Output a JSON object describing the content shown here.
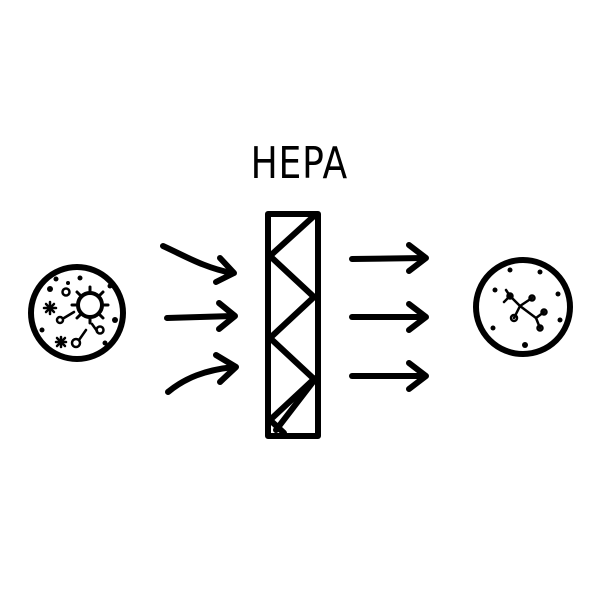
{
  "title": "HEPA",
  "colors": {
    "ink": "#000000",
    "background": "#ffffff"
  },
  "elements": {
    "dirty_air": "particle-cluster-icon",
    "filter": "hepa-filter-icon",
    "clean_air": "clean-particle-icon",
    "arrows_in": 3,
    "arrows_out": 3
  }
}
